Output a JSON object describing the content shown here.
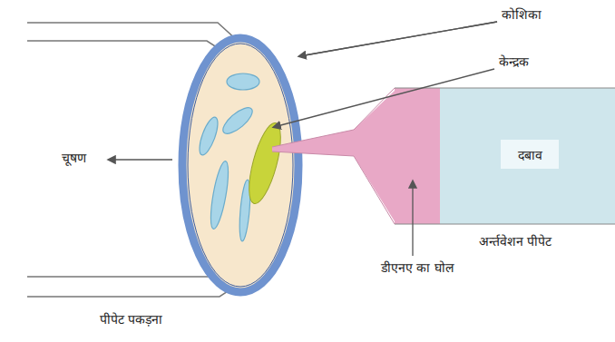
{
  "diagram": {
    "nodes": [
      {
        "text": [
          "दबाव"
        ]
      }
    ],
    "labels": [
      "कोशिका",
      "केन्द्रक",
      "चूषण",
      "डीएनए का घोल",
      "अर्न्तवेशन पीपेट",
      "पीपेट पकड़ना"
    ]
  }
}
